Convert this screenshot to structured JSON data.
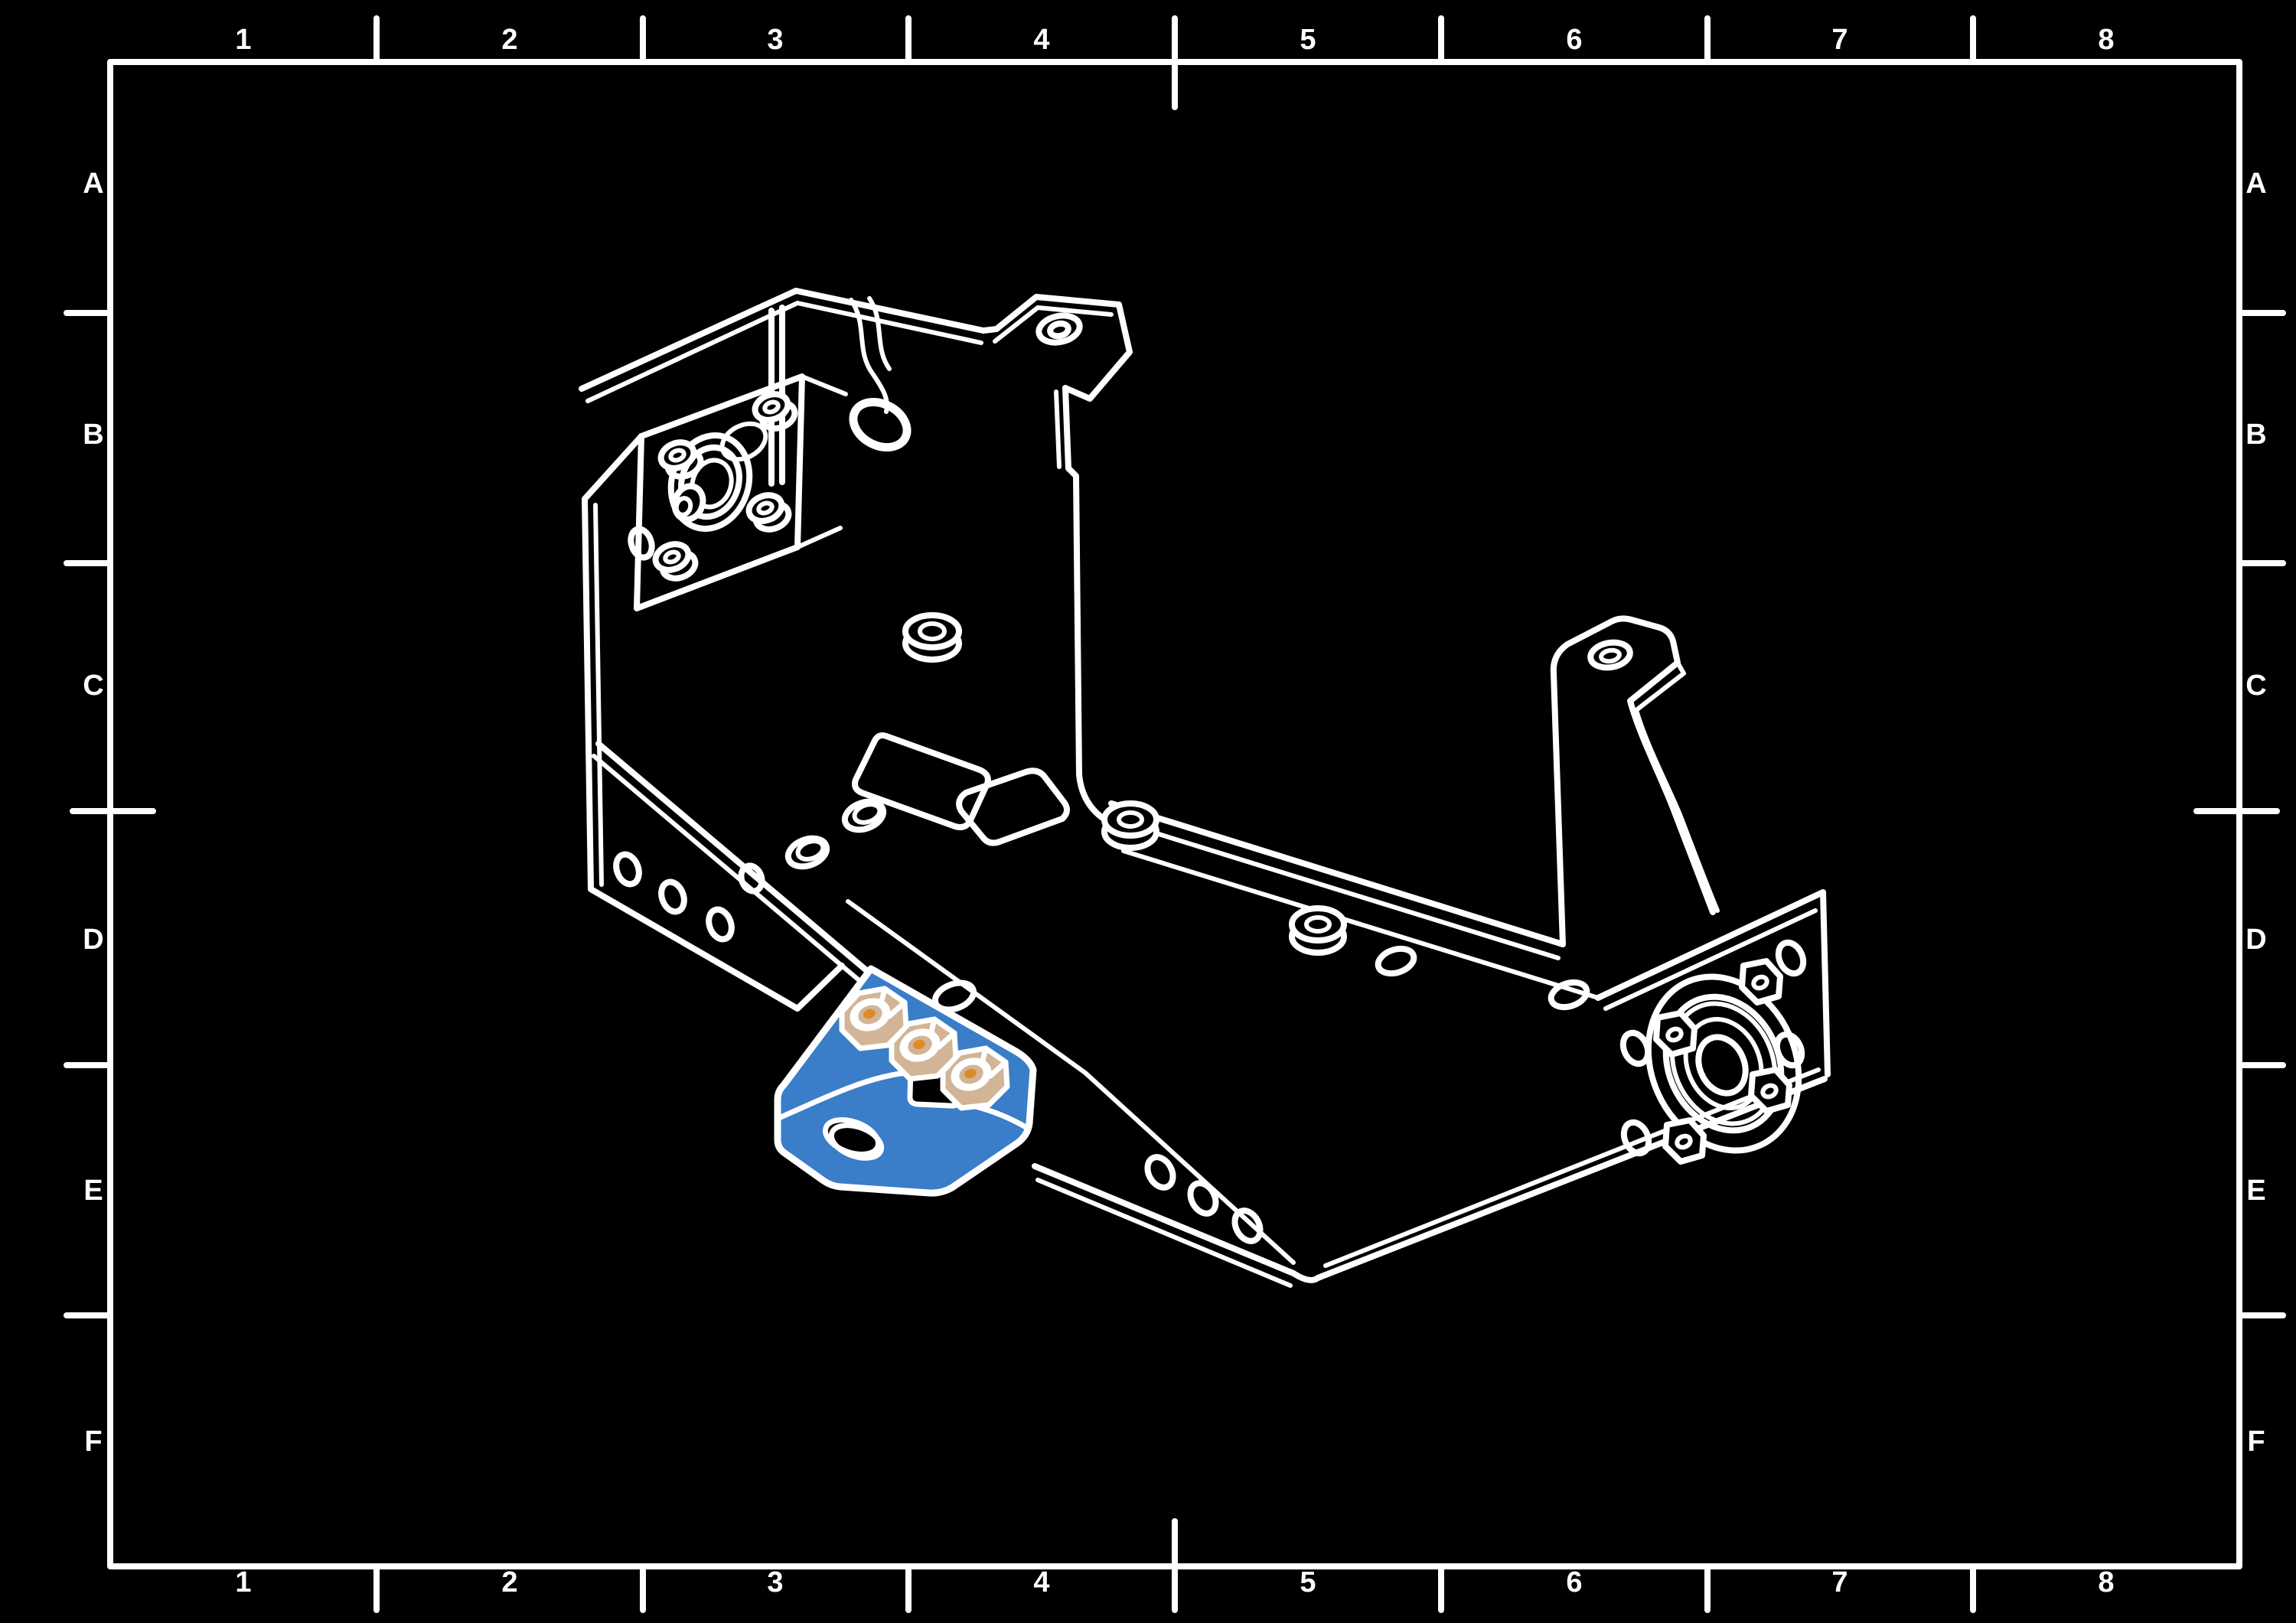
{
  "colors": {
    "background": "#000000",
    "line": "#ffffff",
    "highlight_part": "#3a7dc9",
    "fastener_head": "#d2b596",
    "fastener_center": "#dd8b28"
  },
  "grid": {
    "columns": [
      "1",
      "2",
      "3",
      "4",
      "5",
      "6",
      "7",
      "8"
    ],
    "rows": [
      "A",
      "B",
      "C",
      "D",
      "E",
      "F"
    ]
  }
}
